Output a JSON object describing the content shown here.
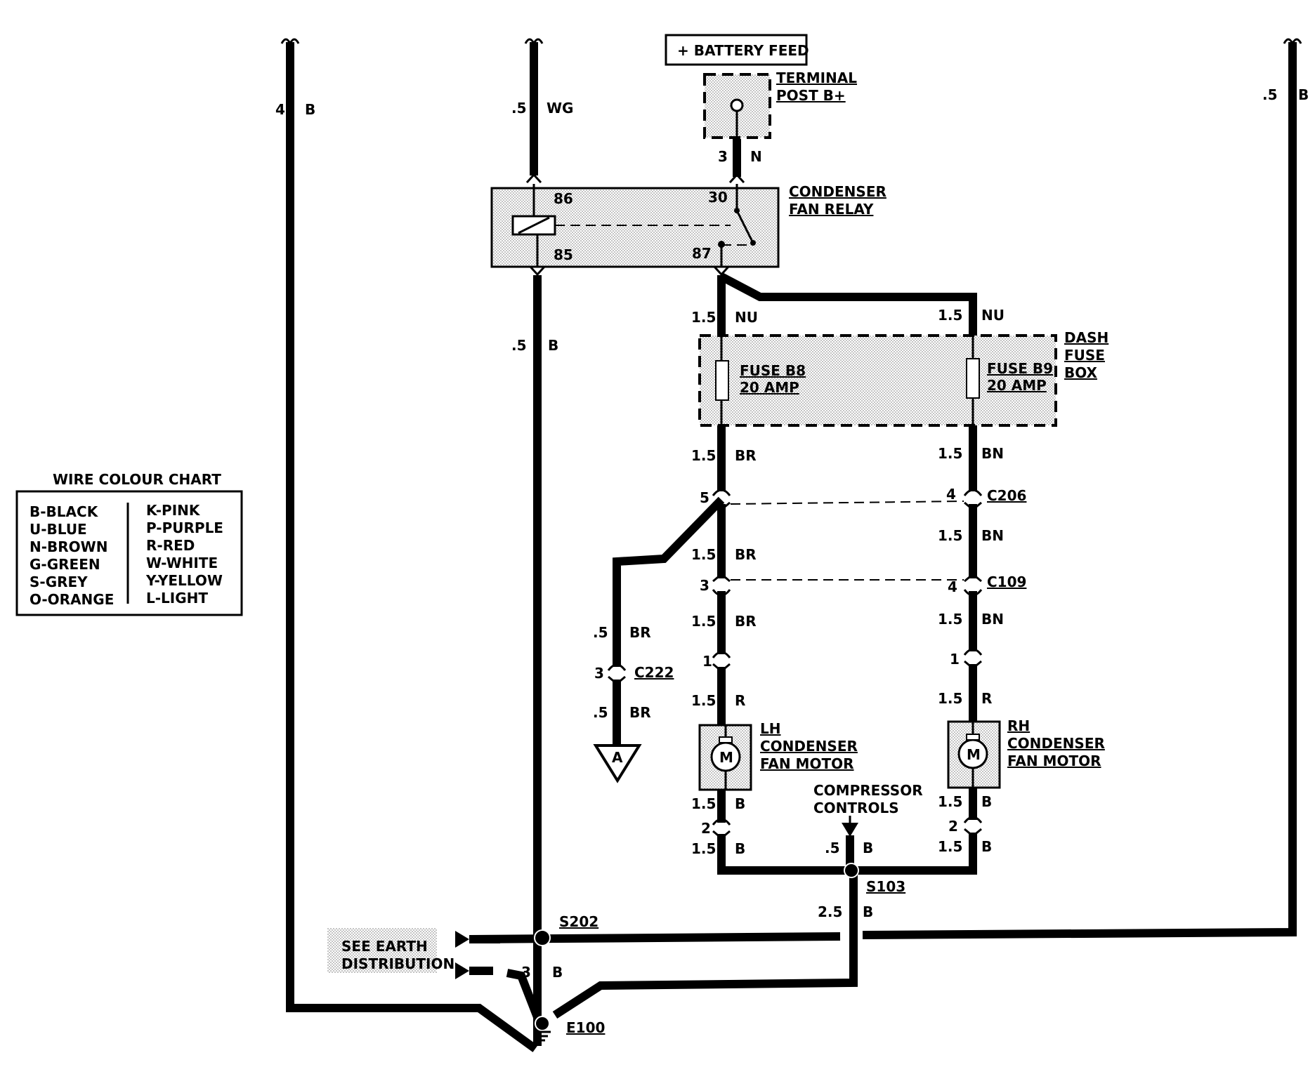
{
  "title_box": {
    "battery_feed": "+ BATTERY FEED"
  },
  "components": {
    "terminal_post": [
      "TERMINAL",
      "POST B+"
    ],
    "relay": [
      "CONDENSER",
      "FAN RELAY"
    ],
    "relay_pins": {
      "p86": "86",
      "p85": "85",
      "p30": "30",
      "p87": "87"
    },
    "dash_fuse_box": [
      "DASH",
      "FUSE",
      "BOX"
    ],
    "fuse_b8": [
      "FUSE B8",
      "20 AMP"
    ],
    "fuse_b9": [
      "FUSE B9",
      "20 AMP"
    ],
    "lh_motor": [
      "LH",
      "CONDENSER",
      "FAN MOTOR"
    ],
    "rh_motor": [
      "RH",
      "CONDENSER",
      "FAN MOTOR"
    ],
    "motor_symbol": "M",
    "compressor": [
      "COMPRESSOR",
      "CONTROLS"
    ],
    "see_earth": [
      "SEE EARTH",
      "DISTRIBUTION"
    ],
    "connector_a": "A"
  },
  "connectors": {
    "c206": "C206",
    "c109": "C109",
    "c222": "C222",
    "s103": "S103",
    "s202": "S202",
    "e100": "E100"
  },
  "wire_labels": {
    "left_size": "4",
    "left_color": "B",
    "wg_size": ".5",
    "wg_color": "WG",
    "relay_b_size": ".5",
    "relay_b_color": "B",
    "right_size": ".5",
    "right_color": "B",
    "feed_size": "3",
    "feed_color": "N",
    "nu_l_size": "1.5",
    "nu_l_color": "NU",
    "nu_r_size": "1.5",
    "nu_r_color": "NU",
    "br1_size": "1.5",
    "br1_color": "BR",
    "bn1_size": "1.5",
    "bn1_color": "BN",
    "br2_size": "1.5",
    "br2_color": "BR",
    "bn2_size": "1.5",
    "bn2_color": "BN",
    "br3_size": "1.5",
    "br3_color": "BR",
    "bn3_size": "1.5",
    "bn3_color": "BN",
    "r_l_size": "1.5",
    "r_l_color": "R",
    "r_r_size": "1.5",
    "r_r_color": "R",
    "bm_l_size": "1.5",
    "bm_l_color": "B",
    "bm_r_size": "1.5",
    "bm_r_color": "B",
    "bs_l_size": "1.5",
    "bs_l_color": "B",
    "bs_r_size": "1.5",
    "bs_r_color": "B",
    "comp_size": ".5",
    "comp_color": "B",
    "s103_size": "2.5",
    "s103_color": "B",
    "s202_size": "3",
    "s202_color": "B",
    "a_br1_size": ".5",
    "a_br1_color": "BR",
    "a_br2_size": ".5",
    "a_br2_color": "BR"
  },
  "pin_numbers": {
    "c206_l": "5",
    "c206_r": "4",
    "c109_l": "3",
    "c109_r": "4",
    "motor_in_l": "1",
    "motor_in_r": "1",
    "motor_out_l": "2",
    "motor_out_r": "2",
    "c222": "3"
  },
  "legend": {
    "title": "WIRE COLOUR CHART",
    "left": [
      "B-BLACK",
      "U-BLUE",
      "N-BROWN",
      "G-GREEN",
      "S-GREY",
      "O-ORANGE"
    ],
    "right": [
      "K-PINK",
      "P-PURPLE",
      "R-RED",
      "W-WHITE",
      "Y-YELLOW",
      "L-LIGHT"
    ]
  }
}
